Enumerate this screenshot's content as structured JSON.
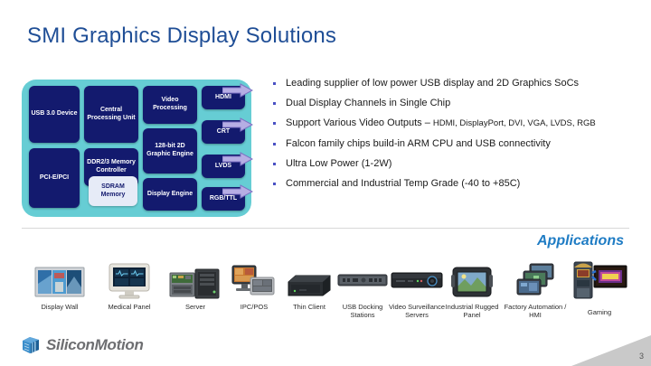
{
  "slide": {
    "title": "SMI Graphics Display Solutions",
    "page_number": "3"
  },
  "diagram": {
    "container_color": "#66cdd4",
    "block_color": "#131a6e",
    "blocks": [
      {
        "id": "usb3-device",
        "label": "USB 3.0 Device",
        "style": "dark"
      },
      {
        "id": "pci-e-pci",
        "label": "PCI-E/PCI",
        "style": "dark"
      },
      {
        "id": "cpu",
        "label": "Central Processing Unit",
        "style": "dark"
      },
      {
        "id": "ddr-controller",
        "label": "DDR2/3 Memory Controller",
        "style": "dark"
      },
      {
        "id": "sdram-memory",
        "label": "SDRAM Memory",
        "style": "light"
      },
      {
        "id": "video-processing",
        "label": "Video Processing",
        "style": "dark"
      },
      {
        "id": "graphic-engine",
        "label": "128-bit 2D Graphic Engine",
        "style": "dark"
      },
      {
        "id": "display-engine",
        "label": "Display Engine",
        "style": "dark"
      },
      {
        "id": "hdmi-out",
        "label": "HDMI",
        "style": "dark"
      },
      {
        "id": "crt-out",
        "label": "CRT",
        "style": "dark"
      },
      {
        "id": "lvds-out",
        "label": "LVDS",
        "style": "dark"
      },
      {
        "id": "rgb-ttl-out",
        "label": "RGB/TTL",
        "style": "dark"
      }
    ],
    "arrow_count": 4,
    "arrow_color": "#b0a7e0"
  },
  "bullets": [
    {
      "text": "Leading supplier of low power USB display and 2D Graphics SoCs",
      "small": ""
    },
    {
      "text": "Dual Display Channels in Single Chip",
      "small": ""
    },
    {
      "text": "Support Various Video Outputs – ",
      "small": "HDMI, DisplayPort, DVI, VGA, LVDS, RGB"
    },
    {
      "text": "Falcon family chips build-in ARM CPU and USB connectivity",
      "small": ""
    },
    {
      "text": "Ultra Low Power (1-2W)",
      "small": ""
    },
    {
      "text": "Commercial and Industrial Temp Grade (-40 to +85C)",
      "small": ""
    }
  ],
  "applications": {
    "heading": "Applications",
    "items": [
      {
        "id": "display-wall",
        "caption": "Display Wall"
      },
      {
        "id": "medical-panel",
        "caption": "Medical Panel"
      },
      {
        "id": "server",
        "caption": "Server"
      },
      {
        "id": "ipc-pos",
        "caption": "IPC/POS"
      },
      {
        "id": "thin-client",
        "caption": "Thin Client"
      },
      {
        "id": "usb-docking",
        "caption": "USB Docking Stations"
      },
      {
        "id": "video-surveillance",
        "caption": "Video Surveillance Servers"
      },
      {
        "id": "industrial-rugged",
        "caption": "Industrial Rugged Panel"
      },
      {
        "id": "factory-automation",
        "caption": "Factory Automation / HMI"
      },
      {
        "id": "gaming",
        "caption": "Gaming"
      }
    ]
  },
  "footer": {
    "brand": "SiliconMotion"
  },
  "colors": {
    "title_blue": "#1f4e96",
    "accent_blue": "#1f7cc4",
    "bullet_marker": "#4a51c4",
    "logo_gray": "#6d6e71"
  }
}
